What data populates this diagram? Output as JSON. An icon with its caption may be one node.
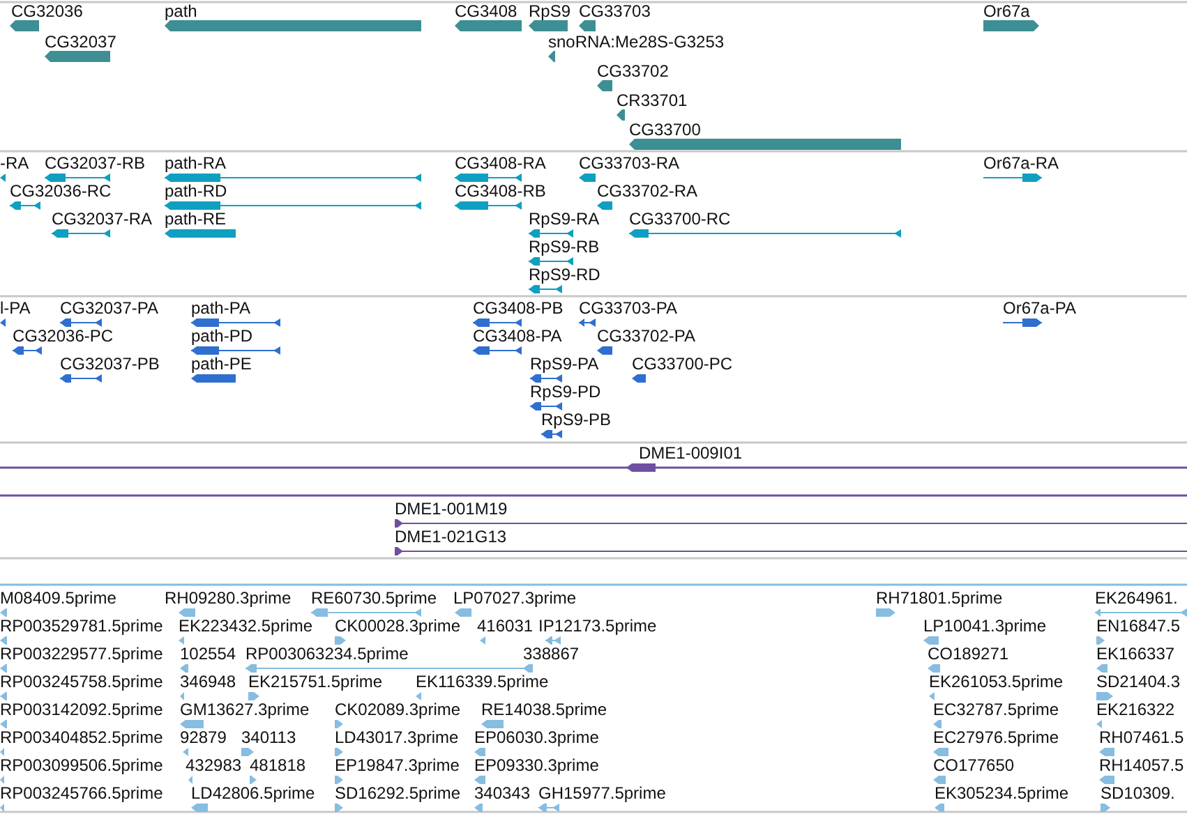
{
  "diagram": {
    "labels": [
      "CG32036",
      "path",
      "CG3408",
      "RpS9",
      "CG33703",
      "Or67a",
      "CG32037",
      "snoRNA:Me28S-G3253",
      "CG33702",
      "CR33701",
      "CG33700",
      "-RA",
      "CG32037-RB",
      "path-RA",
      "CG3408-RA",
      "CG33703-RA",
      "Or67a-RA",
      "CG32036-RC",
      "path-RD",
      "CG3408-RB",
      "CG33702-RA",
      "CG32037-RA",
      "path-RE",
      "RpS9-RA",
      "CG33700-RC",
      "RpS9-RB",
      "RpS9-RD",
      "l-PA",
      "CG32037-PA",
      "path-PA",
      "CG3408-PB",
      "CG33703-PA",
      "Or67a-PA",
      "CG32036-PC",
      "path-PD",
      "CG3408-PA",
      "CG33702-PA",
      "CG32037-PB",
      "path-PE",
      "RpS9-PA",
      "CG33700-PC",
      "RpS9-PD",
      "RpS9-PB",
      "DME1-009I01",
      "DME1-001M19",
      "DME1-021G13",
      "M08409.5prime",
      "RH09280.3prime",
      "RE60730.5prime",
      "LP07027.3prime",
      "RH71801.5prime",
      "EK264961.",
      "RP003529781.5prime",
      "EK223432.5prime",
      "CK00028.3prime",
      "416031",
      "IP12173.5prime",
      "LP10041.3prime",
      "EN16847.5",
      "RP003229577.5prime",
      "102554",
      "RP003063234.5prime",
      "338867",
      "CO189271",
      "EK166337",
      "RP003245758.5prime",
      "346948",
      "EK215751.5prime",
      "EK116339.5prime",
      "EK261053.5prime",
      "SD21404.3",
      "RP003142092.5prime",
      "GM13627.3prime",
      "CK02089.3prime",
      "RE14038.5prime",
      "EC32787.5prime",
      "EK216322",
      "RP003404852.5prime",
      "92879",
      "340113",
      "LD43017.3prime",
      "EP06030.3prime",
      "EC27976.5prime",
      "RH07461.5",
      "RP003099506.5prime",
      "432983",
      "481818",
      "EP19847.3prime",
      "EP09330.3prime",
      "CO177650",
      "RH14057.5",
      "RP003245766.5prime",
      "LD42806.5prime",
      "SD16292.5prime",
      "340343",
      "GH15977.5prime",
      "EK305234.5prime",
      "SD10309."
    ]
  }
}
